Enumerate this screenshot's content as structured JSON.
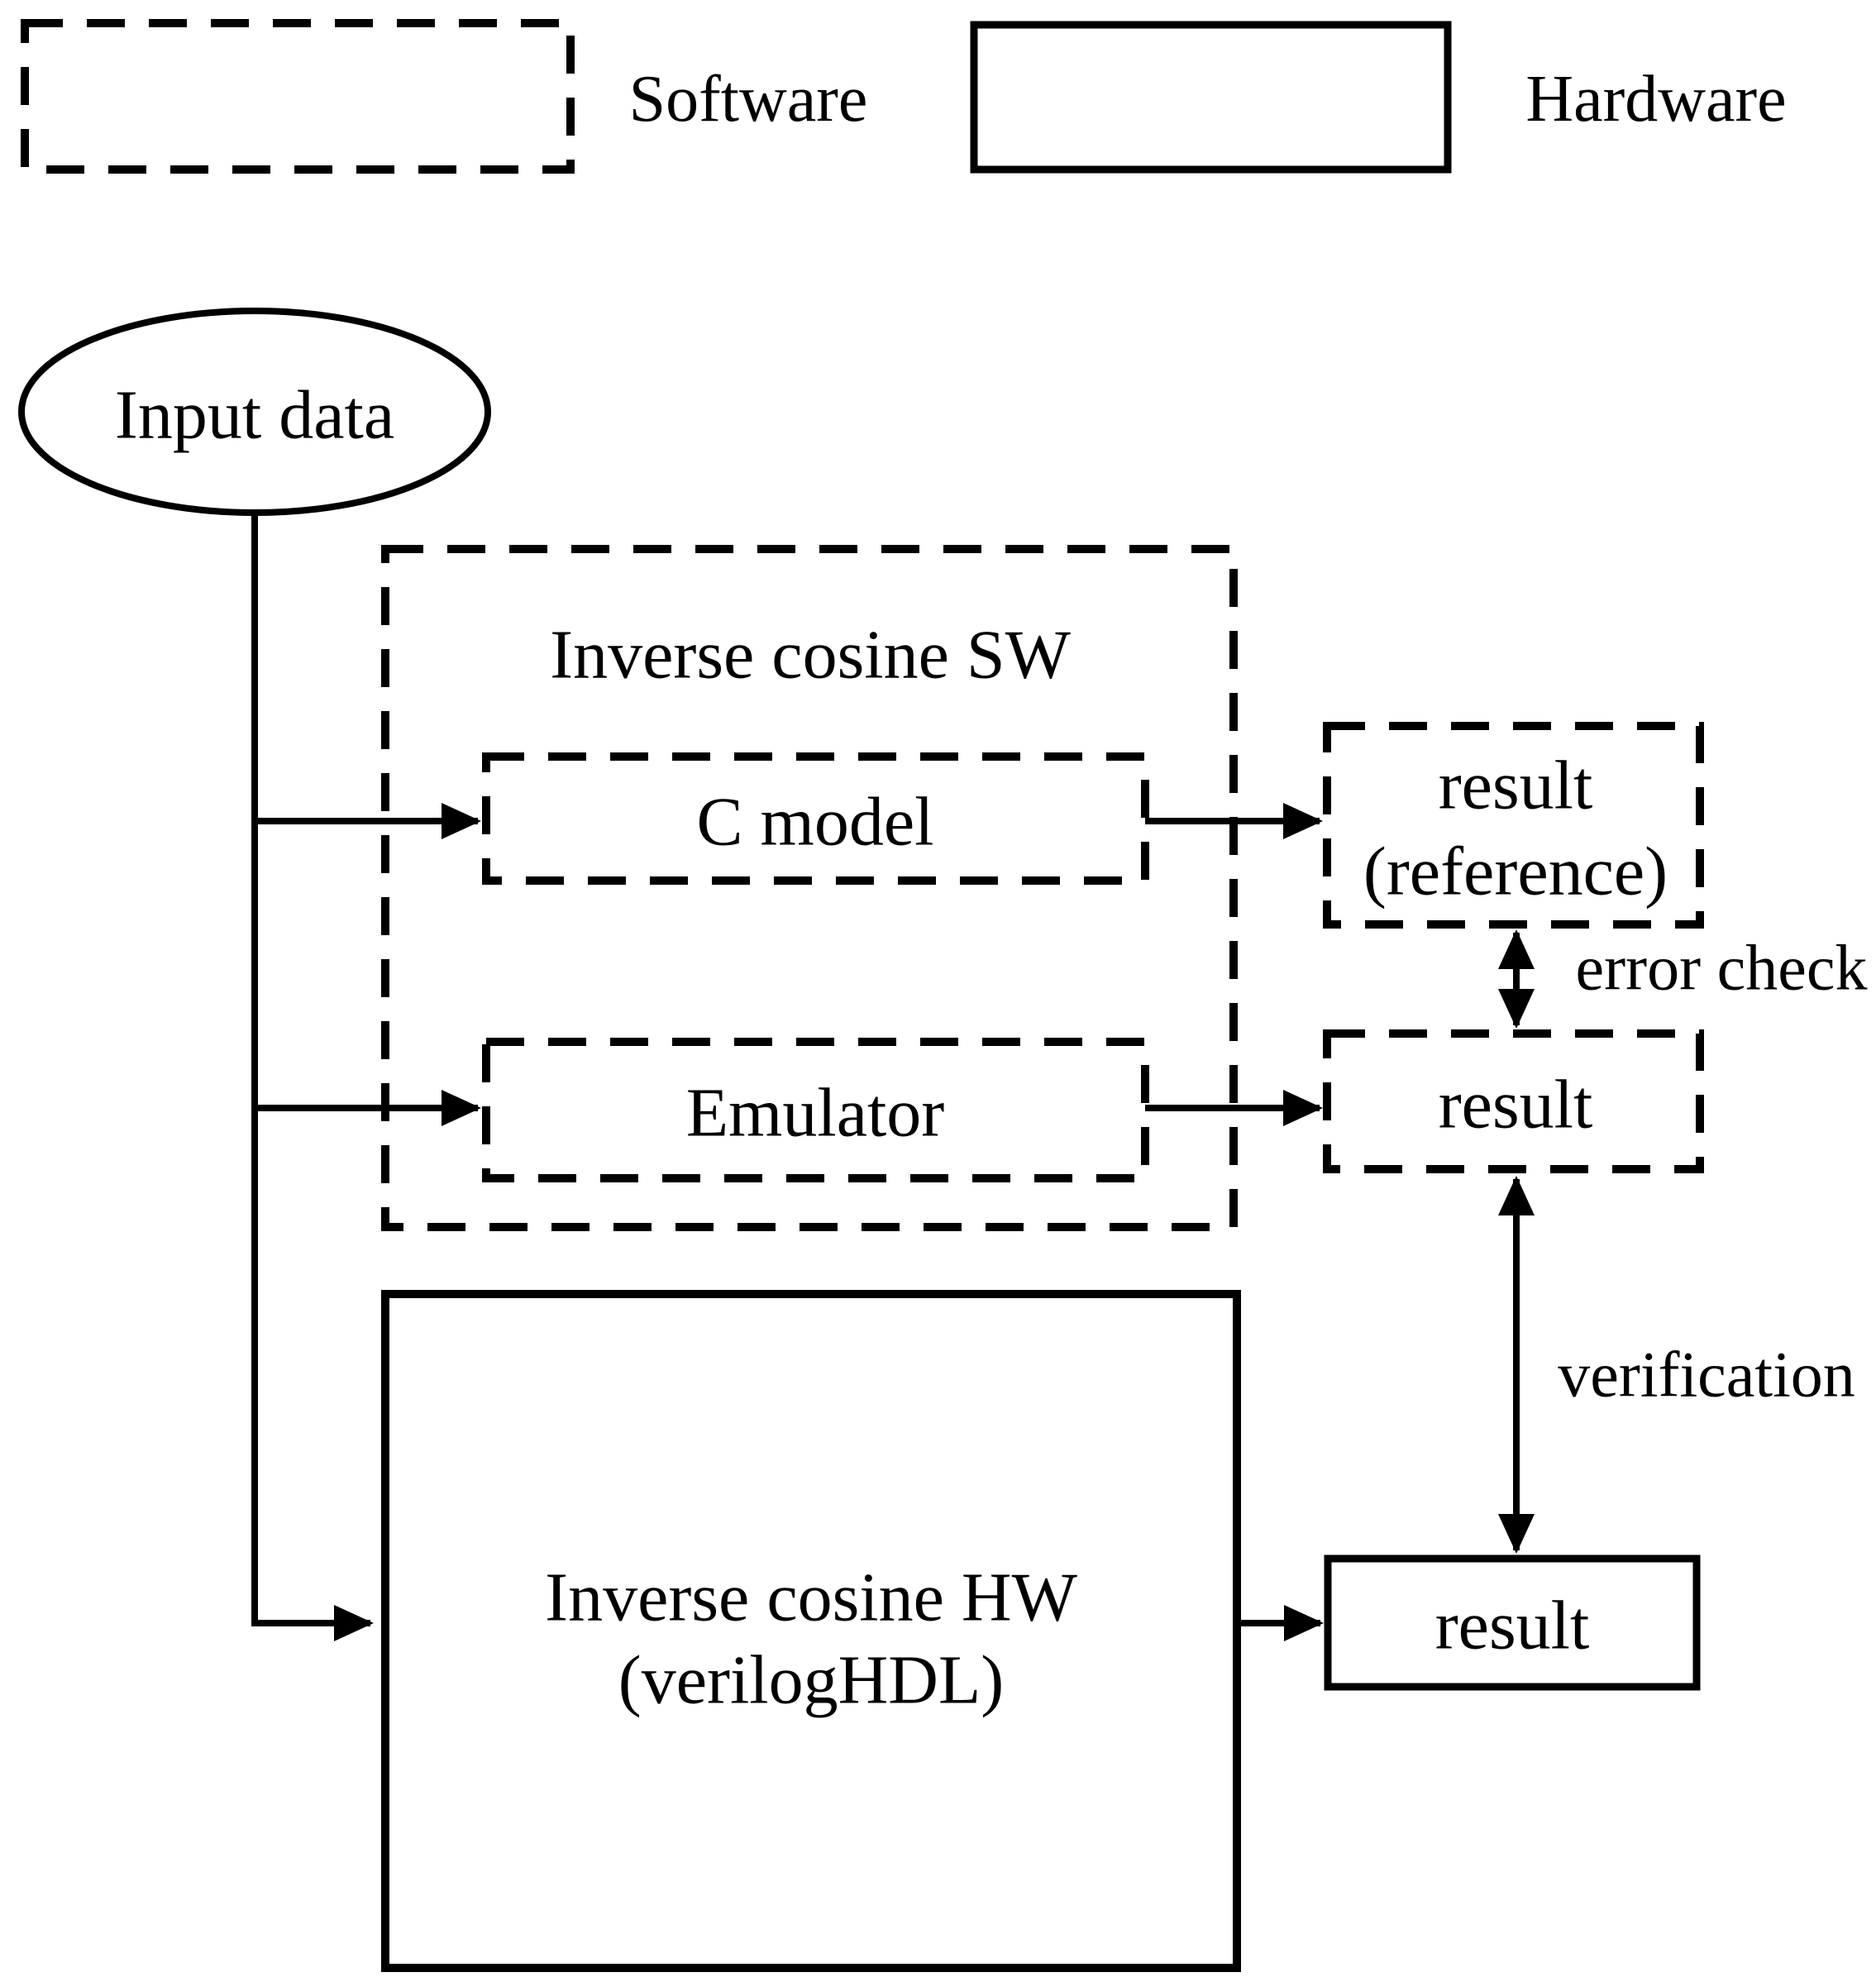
{
  "figure": {
    "kind": "flowchart",
    "ink_color": "#000000",
    "background_color": "#ffffff"
  },
  "legend": {
    "software": {
      "label": "Software",
      "swatch_style": "dashed-outline"
    },
    "hardware": {
      "label": "Hardware",
      "swatch_style": "solid-outline"
    }
  },
  "nodes": {
    "input_data": {
      "label": "Input data",
      "shape": "ellipse"
    },
    "sw_container": {
      "label": "Inverse cosine SW",
      "style": "software-dashed"
    },
    "c_model": {
      "label": "C model",
      "style": "software-dashed"
    },
    "emulator": {
      "label": "Emulator",
      "style": "software-dashed"
    },
    "result_reference": {
      "line1": "result",
      "line2": "(reference)",
      "style": "software-dashed"
    },
    "result_emulator": {
      "label": "result",
      "style": "software-dashed"
    },
    "hw_block": {
      "line1": "Inverse cosine HW",
      "line2": "(verilogHDL)",
      "style": "hardware-solid"
    },
    "result_hw": {
      "label": "result",
      "style": "hardware-solid"
    }
  },
  "edge_labels": {
    "error_check": "error check",
    "verification": "verification"
  },
  "edges": [
    {
      "from": "input_data",
      "to": "c_model",
      "arrow": "single"
    },
    {
      "from": "input_data",
      "to": "emulator",
      "arrow": "single"
    },
    {
      "from": "input_data",
      "to": "hw_block",
      "arrow": "single"
    },
    {
      "from": "c_model",
      "to": "result_reference",
      "arrow": "single"
    },
    {
      "from": "emulator",
      "to": "result_emulator",
      "arrow": "single"
    },
    {
      "from": "hw_block",
      "to": "result_hw",
      "arrow": "single"
    },
    {
      "from": "result_reference",
      "to": "result_emulator",
      "arrow": "double",
      "label": "error check"
    },
    {
      "from": "result_emulator",
      "to": "result_hw",
      "arrow": "double",
      "label": "verification"
    }
  ]
}
